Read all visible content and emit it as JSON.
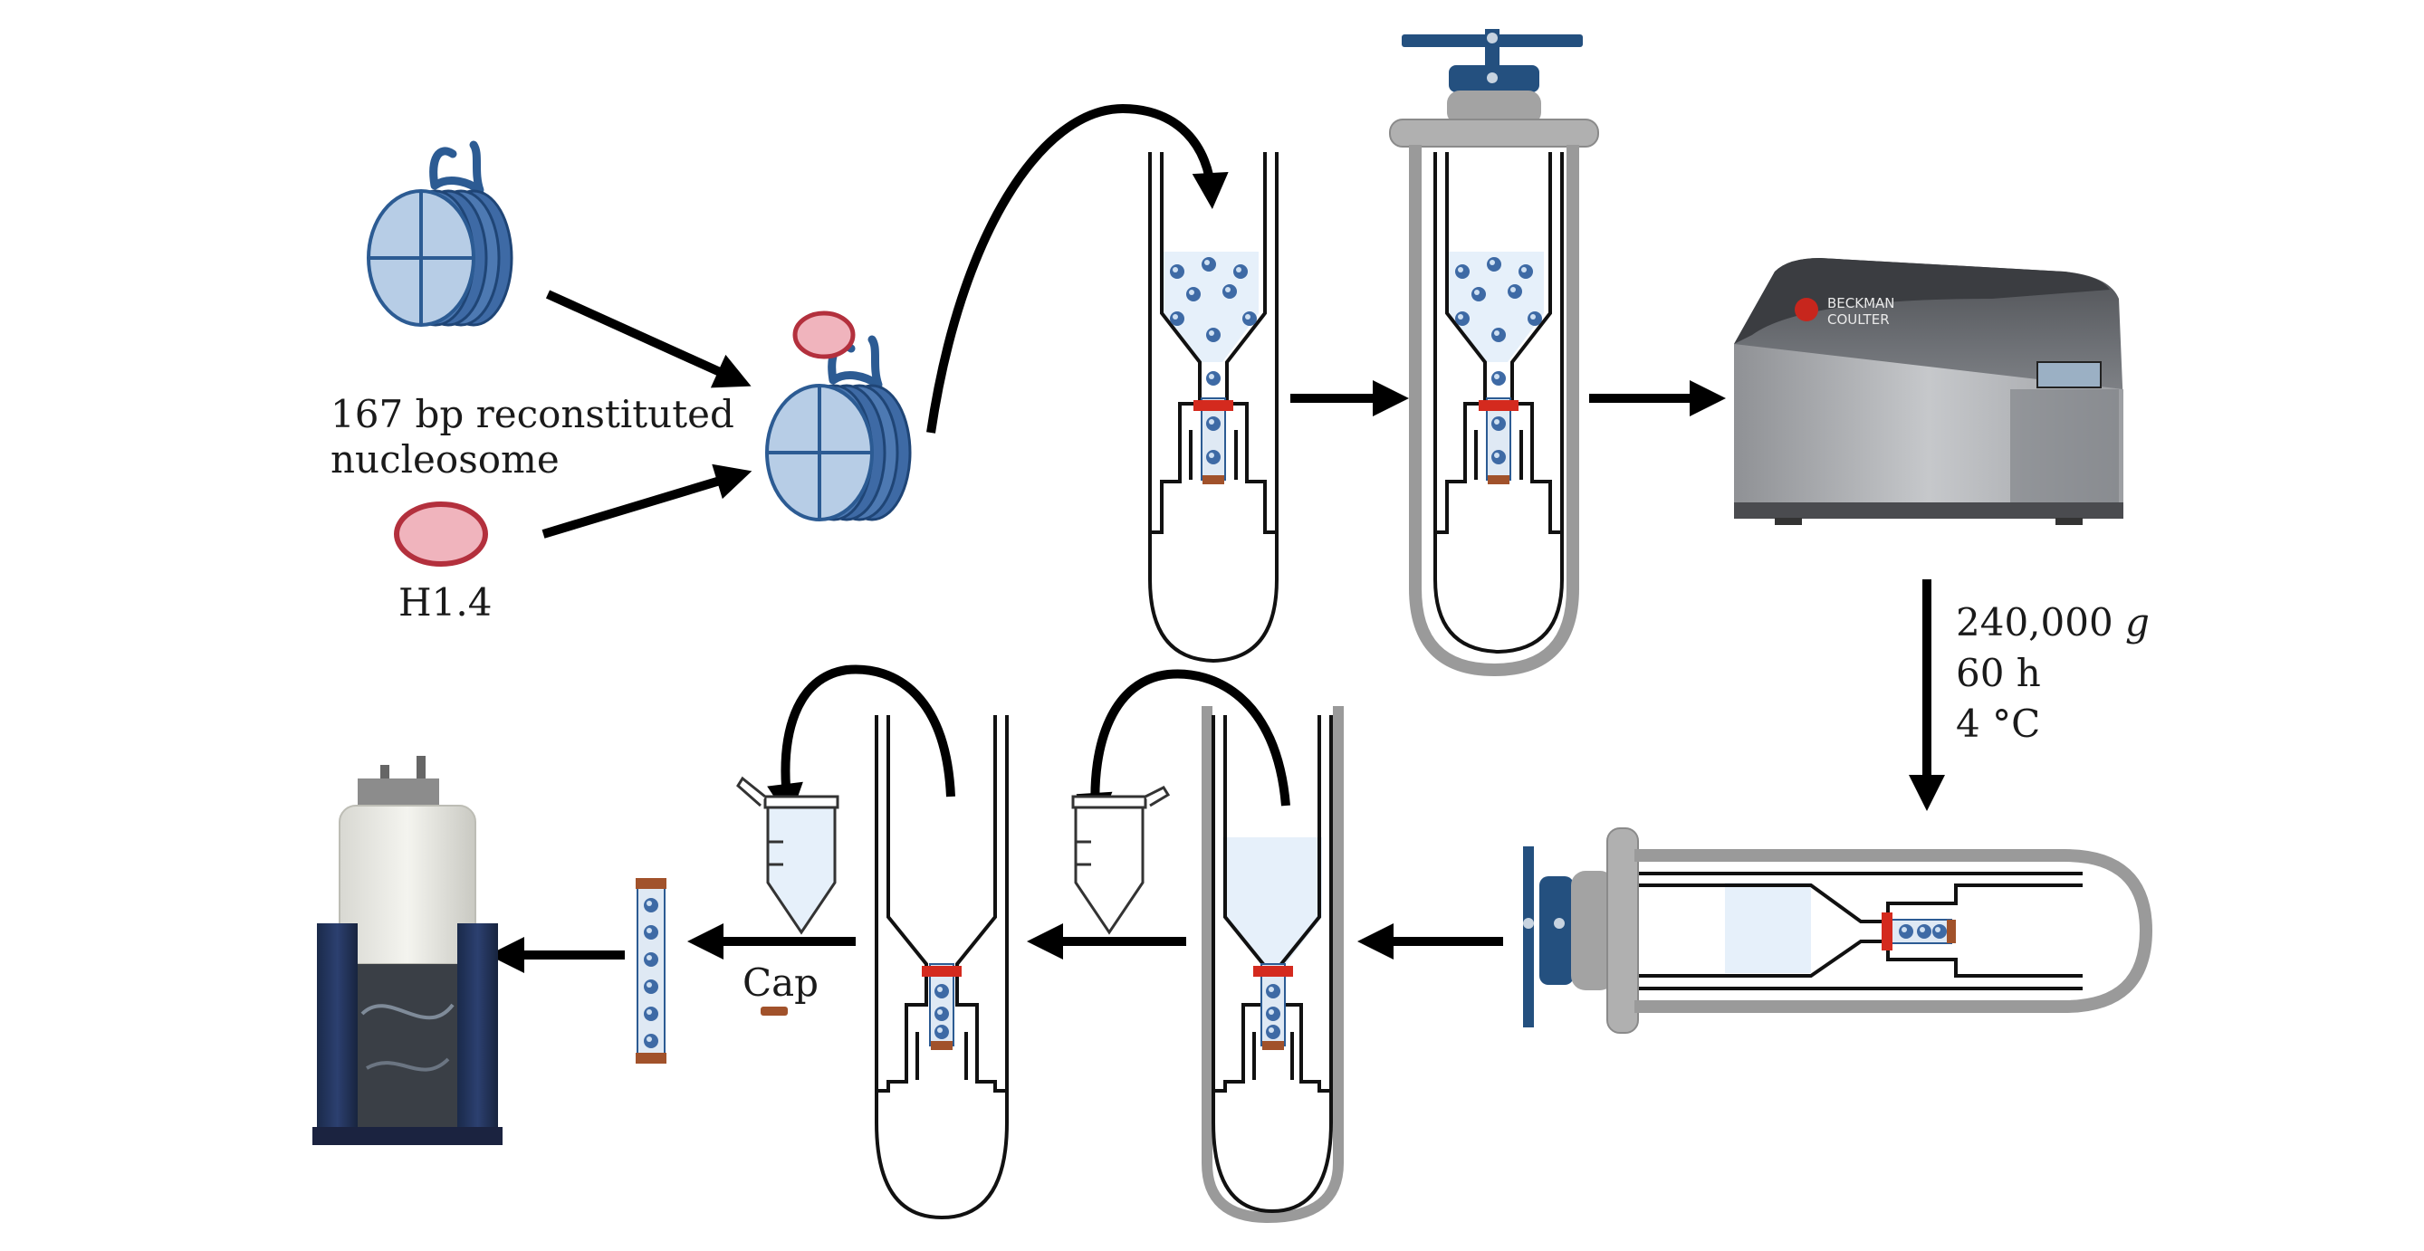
{
  "labels": {
    "nucleosome_line1": "167 bp reconstituted",
    "nucleosome_line2": "nucleosome",
    "h14": "H1.4",
    "speed": "240,000",
    "speed_unit": "g",
    "time": "60 h",
    "temperature": "4 °C",
    "cap": "Cap",
    "centrifuge_brand_1": "BECKMAN",
    "centrifuge_brand_2": "COULTER"
  },
  "colors": {
    "nucleosome_fill": "#b7cde6",
    "nucleosome_stroke": "#2c5b93",
    "nucleosome_dark": "#3e6aa5",
    "h1_fill": "#f0b4bd",
    "h1_stroke": "#b3303d",
    "liquid": "#e6f0fa",
    "rotor_grey": "#9a9a9a",
    "cap_blue": "#24507f",
    "ring_red": "#d42a1e",
    "plug_brown": "#a1522b",
    "arrow": "#000000"
  }
}
